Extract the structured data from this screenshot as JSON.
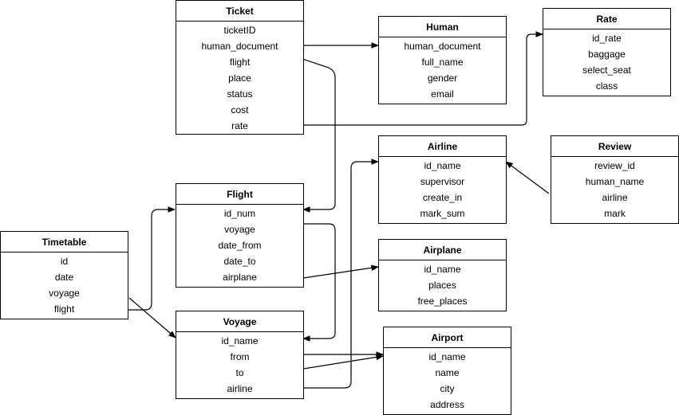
{
  "entities": {
    "ticket": {
      "title": "Ticket",
      "fields": [
        "ticketID",
        "human_document",
        "flight",
        "place",
        "status",
        "cost",
        "rate"
      ]
    },
    "human": {
      "title": "Human",
      "fields": [
        "human_document",
        "full_name",
        "gender",
        "email"
      ]
    },
    "rate": {
      "title": "Rate",
      "fields": [
        "id_rate",
        "baggage",
        "select_seat",
        "class"
      ]
    },
    "airline": {
      "title": "Airline",
      "fields": [
        "id_name",
        "supervisor",
        "create_in",
        "mark_sum"
      ]
    },
    "review": {
      "title": "Review",
      "fields": [
        "review_id",
        "human_name",
        "airline",
        "mark"
      ]
    },
    "flight": {
      "title": "Flight",
      "fields": [
        "id_num",
        "voyage",
        "date_from",
        "date_to",
        "airplane"
      ]
    },
    "timetable": {
      "title": "Timetable",
      "fields": [
        "id",
        "date",
        "voyage",
        "flight"
      ]
    },
    "airplane": {
      "title": "Airplane",
      "fields": [
        "id_name",
        "places",
        "free_places"
      ]
    },
    "voyage": {
      "title": "Voyage",
      "fields": [
        "id_name",
        "from",
        "to",
        "airline"
      ]
    },
    "airport": {
      "title": "Airport",
      "fields": [
        "id_name",
        "name",
        "city",
        "address"
      ]
    }
  },
  "colors": {
    "line": "#000000",
    "border": "#000000",
    "background": "#ffffff"
  }
}
